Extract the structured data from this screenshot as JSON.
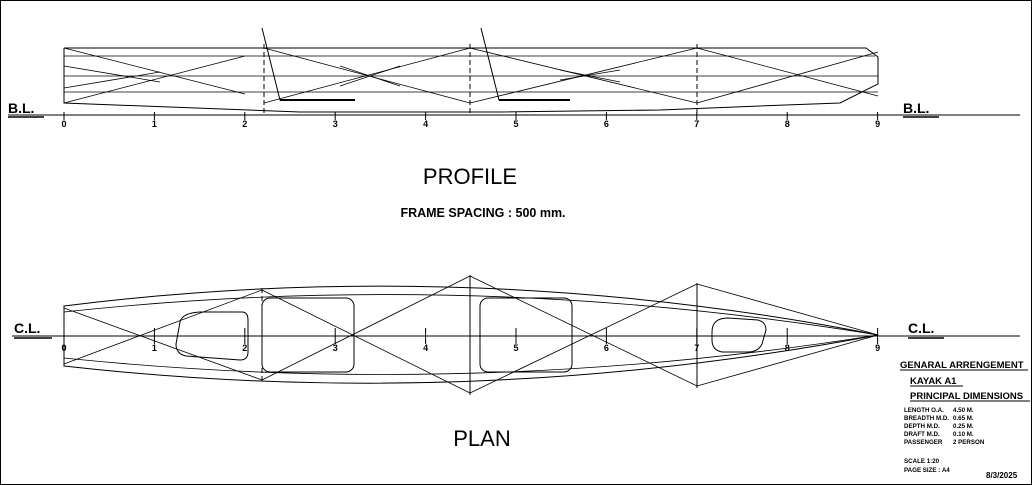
{
  "profile": {
    "baseline_label_left": "B.L.",
    "baseline_label_right": "B.L.",
    "title": "PROFILE",
    "subtitle": "FRAME SPACING : 500 mm."
  },
  "plan": {
    "centerline_label_left": "C.L.",
    "centerline_label_right": "C.L.",
    "title": "PLAN"
  },
  "stations": [
    "0",
    "1",
    "2",
    "3",
    "4",
    "5",
    "6",
    "7",
    "8",
    "9"
  ],
  "title_block": {
    "heading": "GENARAL ARRENGEMENT",
    "name": "KAYAK  A1",
    "dims_heading": "PRINCIPAL DIMENSIONS",
    "rows": [
      {
        "label": "LENGTH O.A.",
        "value": "4.50 M."
      },
      {
        "label": "BREADTH M.D.",
        "value": "0.65 M."
      },
      {
        "label": "DEPTH M.D.",
        "value": "0.25 M."
      },
      {
        "label": "DRAFT M.D.",
        "value": "0.10 M."
      },
      {
        "label": "PASSENGER",
        "value": "2 PERSON"
      }
    ],
    "scale": "SCALE 1:20",
    "page_size": "PAGE SIZE : A4",
    "date": "8/3/2025"
  }
}
